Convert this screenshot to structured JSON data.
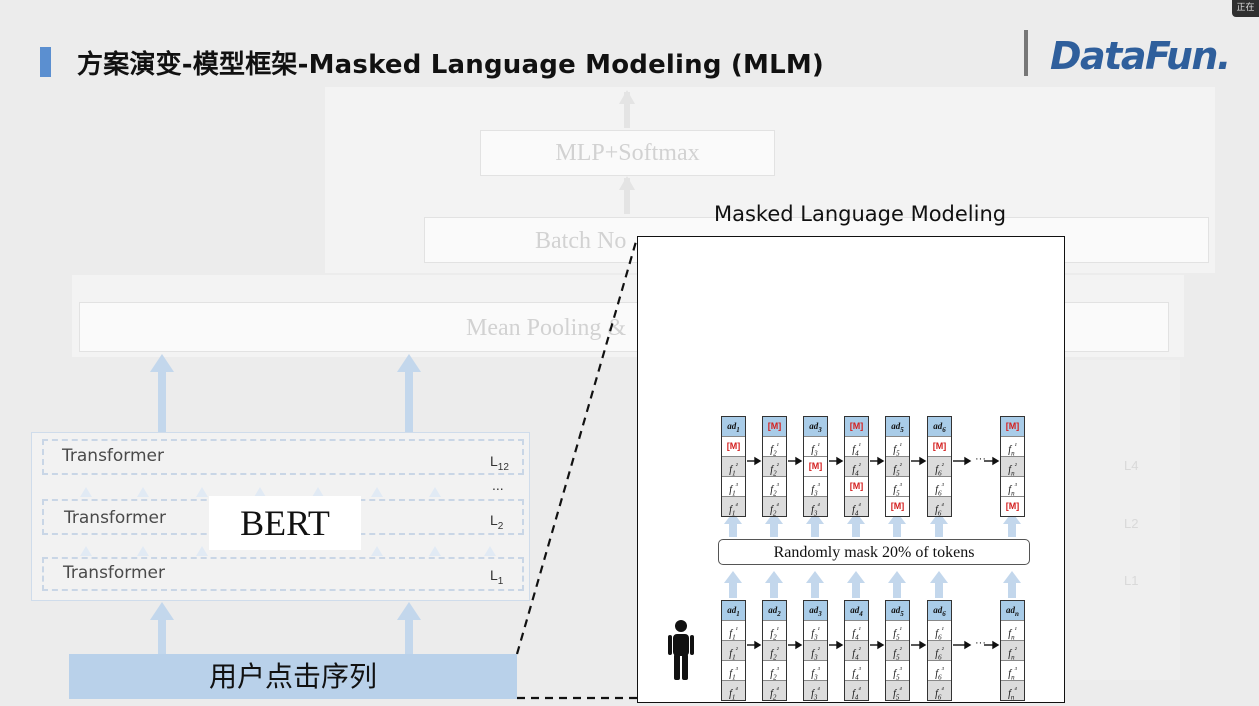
{
  "header": {
    "title": "方案演变-模型框架-Masked Language Modeling (MLM)",
    "logo_text": "DataFun.",
    "corner_tag": "正在"
  },
  "background_model": {
    "mlp_label": "MLP+Softmax",
    "batch_norm_label": "Batch No",
    "mean_pooling_label": "Mean Pooling &",
    "ghost_labels": [
      "L4",
      "L2",
      "L1"
    ]
  },
  "bert_stack": {
    "bert_label": "BERT",
    "layers": [
      {
        "name": "Transformer",
        "index_label": "L",
        "index_sub": "12"
      },
      {
        "name": "Transformer",
        "index_label": "L",
        "index_sub": "2"
      },
      {
        "name": "Transformer",
        "index_label": "L",
        "index_sub": "1"
      }
    ],
    "ellipsis": "...",
    "input_label": "用户点击序列"
  },
  "mlm_panel": {
    "title": "Masked Language Modeling",
    "mask_caption": "Randomly mask 20% of tokens",
    "ellipsis": "···",
    "masked_columns": [
      [
        "ad1",
        "[M]",
        "f1²",
        "f1³",
        "f1⁴"
      ],
      [
        "[M]",
        "f2¹",
        "f2²",
        "f2³",
        "f2⁴"
      ],
      [
        "ad3",
        "f3¹",
        "[M]",
        "f3³",
        "f3⁴"
      ],
      [
        "[M]",
        "f4¹",
        "f4²",
        "[M]",
        "f4⁴"
      ],
      [
        "ad5",
        "f5¹",
        "f5²",
        "f5³",
        "[M]"
      ],
      [
        "ad6",
        "[M]",
        "f6²",
        "f6³",
        "f6⁴"
      ],
      [
        "[M]",
        "fn¹",
        "fn²",
        "fn³",
        "[M]"
      ]
    ],
    "input_columns": [
      [
        "ad1",
        "f1¹",
        "f1²",
        "f1³",
        "f1⁴"
      ],
      [
        "ad2",
        "f2¹",
        "f2²",
        "f2³",
        "f2⁴"
      ],
      [
        "ad3",
        "f3¹",
        "f3²",
        "f3³",
        "f3⁴"
      ],
      [
        "ad4",
        "f4¹",
        "f4²",
        "f4³",
        "f4⁴"
      ],
      [
        "ad5",
        "f5¹",
        "f5²",
        "f5³",
        "f5⁴"
      ],
      [
        "ad6",
        "f6¹",
        "f6²",
        "f6³",
        "f6⁴"
      ],
      [
        "adn",
        "fn¹",
        "fn²",
        "fn³",
        "fn⁴"
      ]
    ]
  },
  "colors": {
    "accent": "#5b8fd0",
    "logo": "#2f5f9c",
    "ad_cell": "#a9cce8",
    "mask_red": "#d42020",
    "arrow": "#c3d7ec",
    "input_box": "#b9d1ea"
  }
}
